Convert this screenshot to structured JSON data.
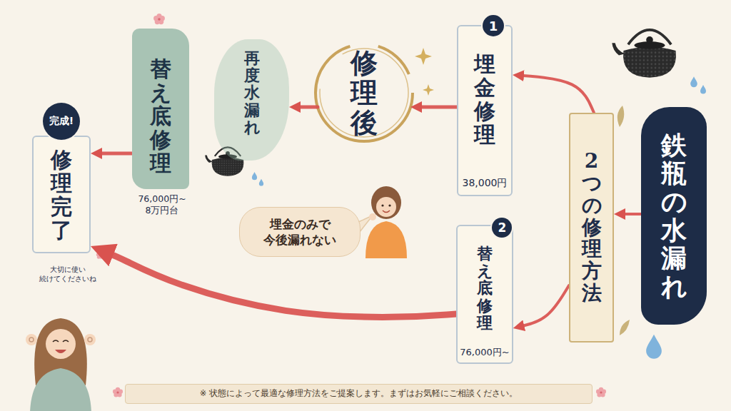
{
  "diagram": {
    "nodes": [
      {
        "text": [
          "鉄瓶の水漏れ"
        ]
      },
      {
        "text": [
          "2つの修理方法"
        ]
      },
      {
        "text": [
          "1",
          "埋金修理",
          "38,000円"
        ]
      },
      {
        "text": [
          "2",
          "替え底修理",
          "76,000円~"
        ]
      },
      {
        "text": [
          "修理後"
        ]
      },
      {
        "text": [
          "再度 水漏れ"
        ]
      },
      {
        "text": [
          "替え底修理",
          "76,000円~ 8万円台"
        ]
      },
      {
        "text": [
          "完成!",
          "修理完了",
          "大切に使い 続けてくださいね"
        ]
      },
      {
        "text": [
          "埋金のみで 今後漏れない"
        ]
      },
      {
        "text": [
          "※ 状態によって最適な修理方法をご提案します。まずはお気軽にご相談ください。"
        ]
      }
    ],
    "edges": [
      {
        "from": 0,
        "to": 1,
        "arrow": "to"
      },
      {
        "from": 1,
        "to": 2,
        "arrow": "to"
      },
      {
        "from": 1,
        "to": 3,
        "arrow": "to"
      },
      {
        "from": 2,
        "to": 4,
        "arrow": "to"
      },
      {
        "from": 4,
        "to": 5,
        "arrow": "to"
      },
      {
        "from": 6,
        "to": 7,
        "arrow": "to"
      },
      {
        "from": 3,
        "to": 7,
        "arrow": "to"
      }
    ]
  }
}
